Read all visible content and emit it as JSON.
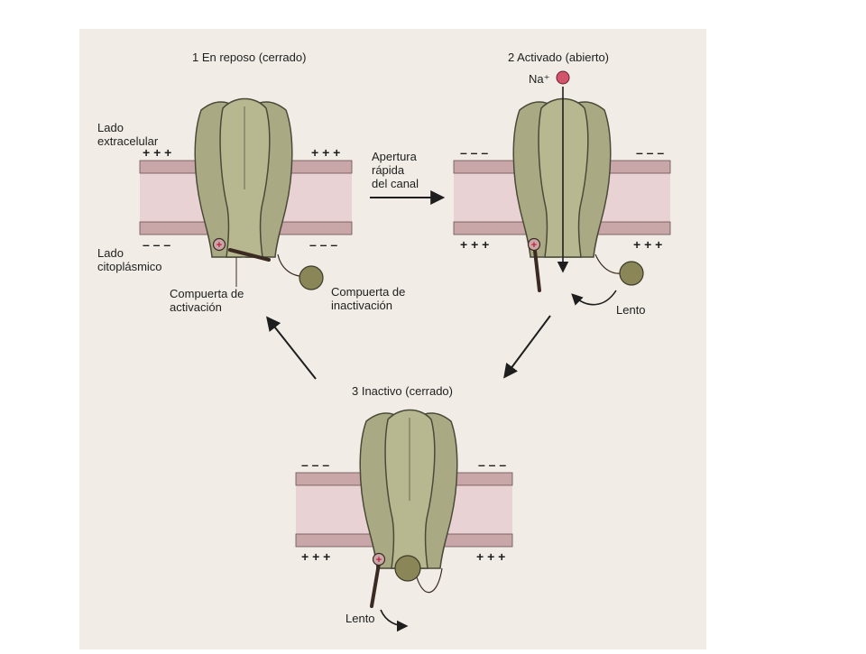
{
  "title": "",
  "panels": {
    "resting": {
      "heading": "1 En reposo (cerrado)",
      "extracellular_label": [
        "Lado",
        "extracelular"
      ],
      "cytoplasmic_label": [
        "Lado",
        "citoplásmico"
      ],
      "top_signs": "+ + +",
      "bottom_signs": "– – –",
      "activation_gate_label": [
        "Compuerta de",
        "activación"
      ],
      "inactivation_gate_label": [
        "Compuerta de",
        "inactivación"
      ]
    },
    "activated": {
      "heading": "2 Activado (abierto)",
      "ion_label": "Na⁺",
      "top_signs": "– – –",
      "bottom_signs": "+ + +",
      "slow_label": "Lento"
    },
    "inactive": {
      "heading": "3 Inactivo (cerrado)",
      "top_signs": "– – –",
      "bottom_signs": "+ + +",
      "slow_label": "Lento"
    }
  },
  "transition": {
    "label": [
      "Apertura",
      "rápida",
      "del canal"
    ]
  },
  "colors": {
    "paper": "#f1ede6",
    "channel": "#a9aa84",
    "channel_stroke": "#4a4a38",
    "membrane": "#e9d2d4",
    "membrane_band": "#c9a6a8",
    "sodium_ion": "#d2546b",
    "gate_ball": "#8a8658",
    "arrow": "#1e1e1e"
  }
}
